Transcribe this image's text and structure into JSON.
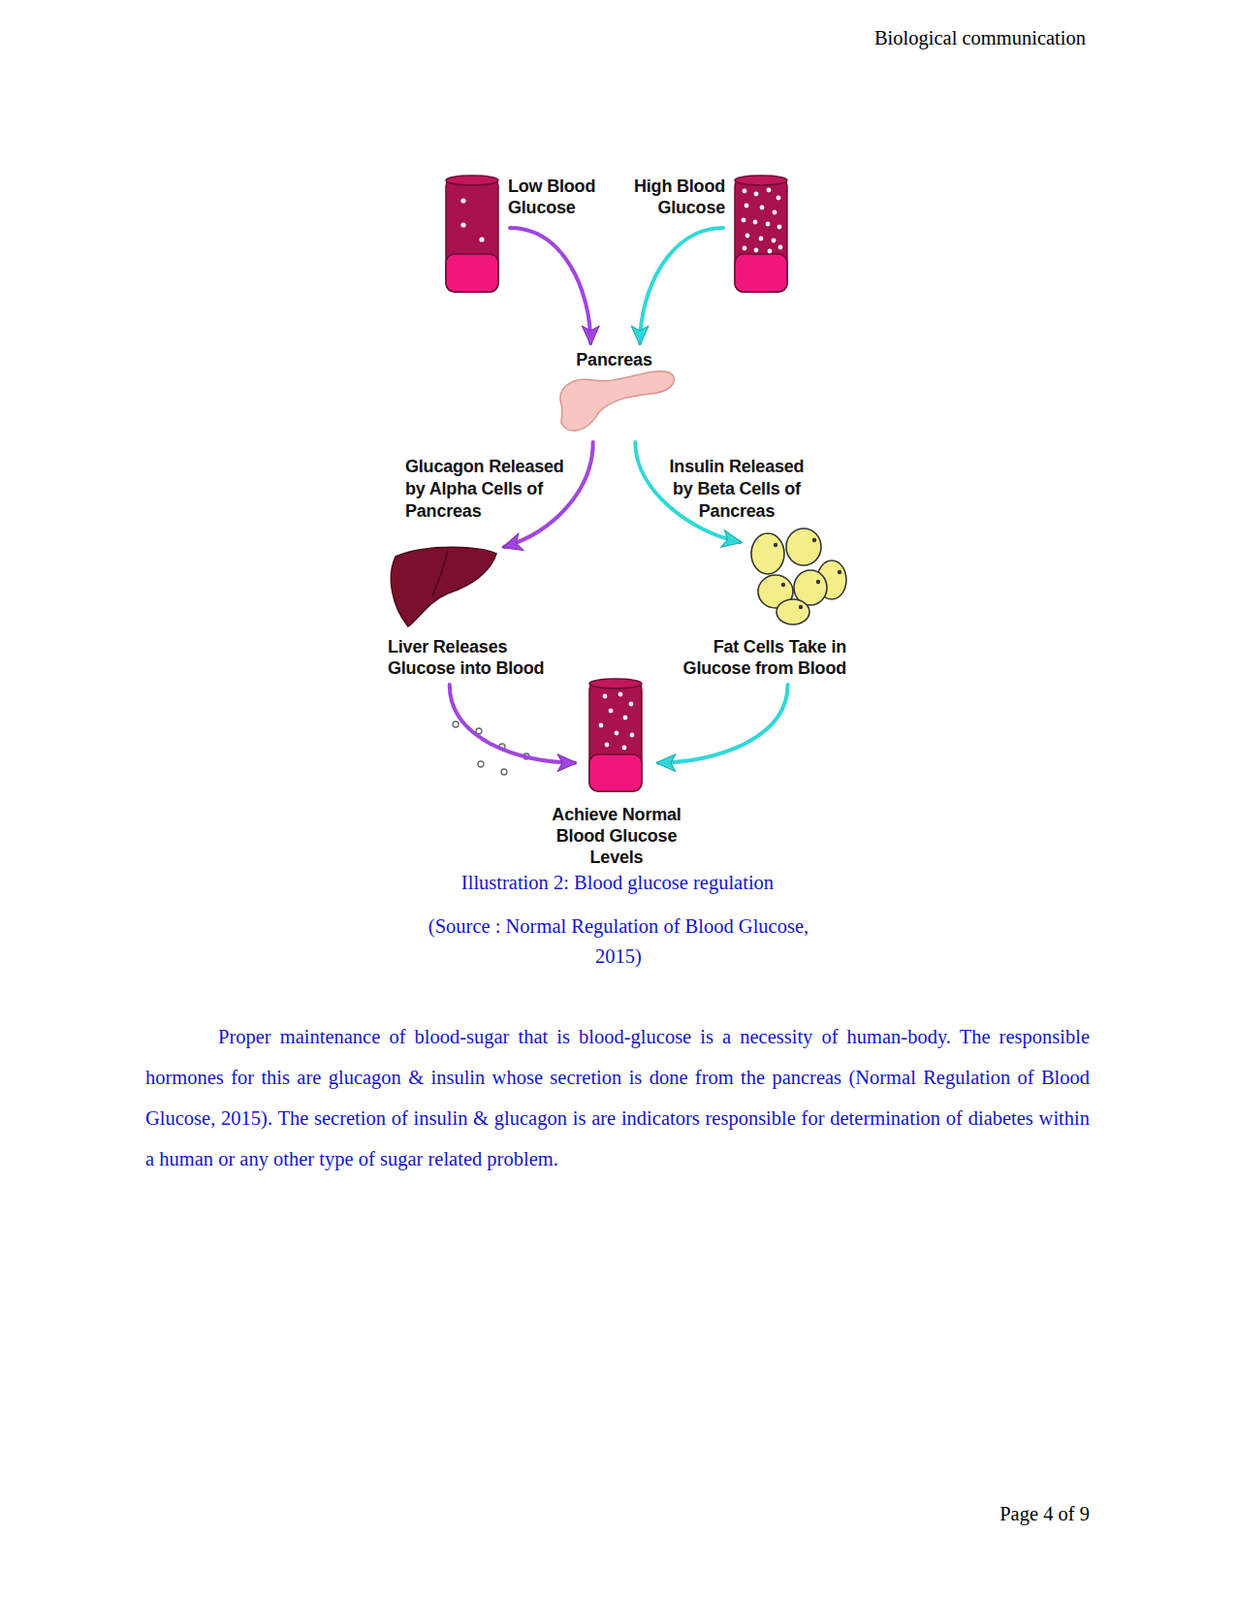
{
  "diagram": {
    "caption": "Illustration 2: Blood glucose regulation",
    "nodes": [
      {
        "text": [
          "Low Blood Glucose"
        ]
      },
      {
        "text": [
          "High Blood Glucose"
        ]
      },
      {
        "text": [
          "Pancreas"
        ]
      },
      {
        "text": [
          "Liver Releases Glucose into Blood"
        ]
      },
      {
        "text": [
          "Fat Cells Take in Glucose from Blood"
        ]
      },
      {
        "text": [
          "Achieve Normal Blood Glucose Levels"
        ]
      }
    ],
    "edges": [
      {
        "from": 0,
        "to": 2,
        "arrow": "to"
      },
      {
        "from": 1,
        "to": 2,
        "arrow": "to"
      },
      {
        "from": 2,
        "to": 3,
        "label": "Glucagon Released by Alpha Cells of Pancreas",
        "arrow": "to"
      },
      {
        "from": 2,
        "to": 4,
        "label": "Insulin Released by Beta Cells of Pancreas",
        "arrow": "to"
      },
      {
        "from": 3,
        "to": 5,
        "arrow": "to"
      },
      {
        "from": 4,
        "to": 5,
        "arrow": "to"
      }
    ],
    "labels": [
      "Biological communication",
      "(Source : Normal Regulation of Blood Glucose, 2015)",
      "Proper maintenance of blood-sugar that is blood-glucose is a necessity of human-body. The responsible hormones for this are glucagon & insulin whose secretion is done from the pancreas (Normal Regulation of Blood Glucose, 2015). The secretion of insulin & glucagon is are indicators responsible for determination of diabetes within a human or any other type of sugar related problem.",
      "Page 4 of 9"
    ]
  }
}
